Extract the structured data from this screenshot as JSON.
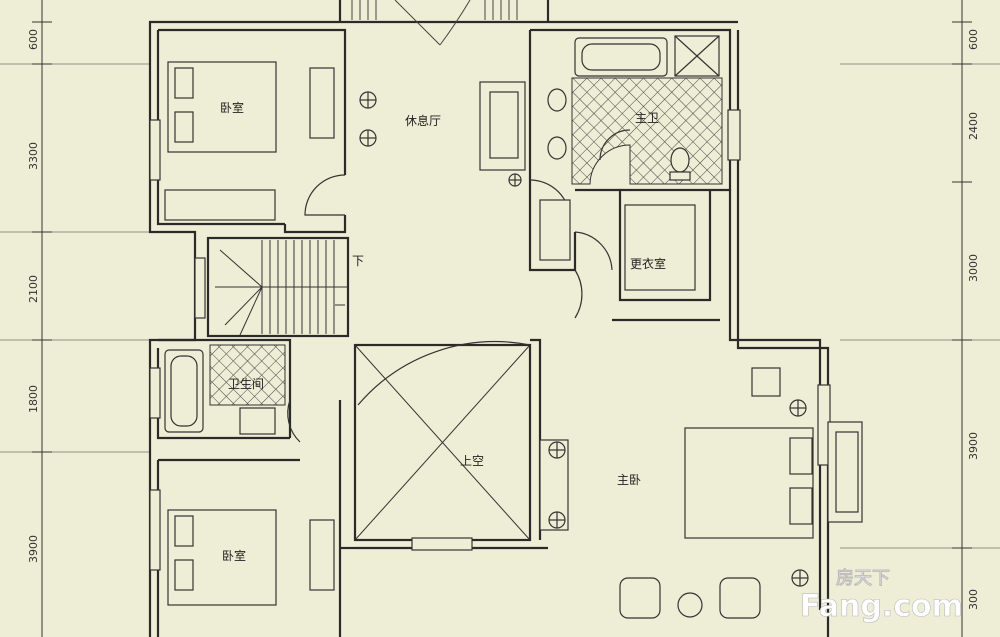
{
  "rooms": {
    "bedroom_top": "卧室",
    "lounge": "休息厅",
    "master_bath": "主卫",
    "dressing": "更衣室",
    "bathroom": "卫生间",
    "void": "上空",
    "master_bedroom": "主卧",
    "bedroom_bottom": "卧室"
  },
  "stair_label": "下",
  "dimensions": {
    "left": [
      "600",
      "3300",
      "2100",
      "1800",
      "3900"
    ],
    "right": [
      "600",
      "2400",
      "3000",
      "3900",
      "300"
    ]
  },
  "watermark": {
    "cn": "房天下",
    "brand": "Fang.com"
  },
  "colors": {
    "background": "#eeeed6",
    "wall": "#2a2a2a",
    "watermark": "#ffffff"
  }
}
